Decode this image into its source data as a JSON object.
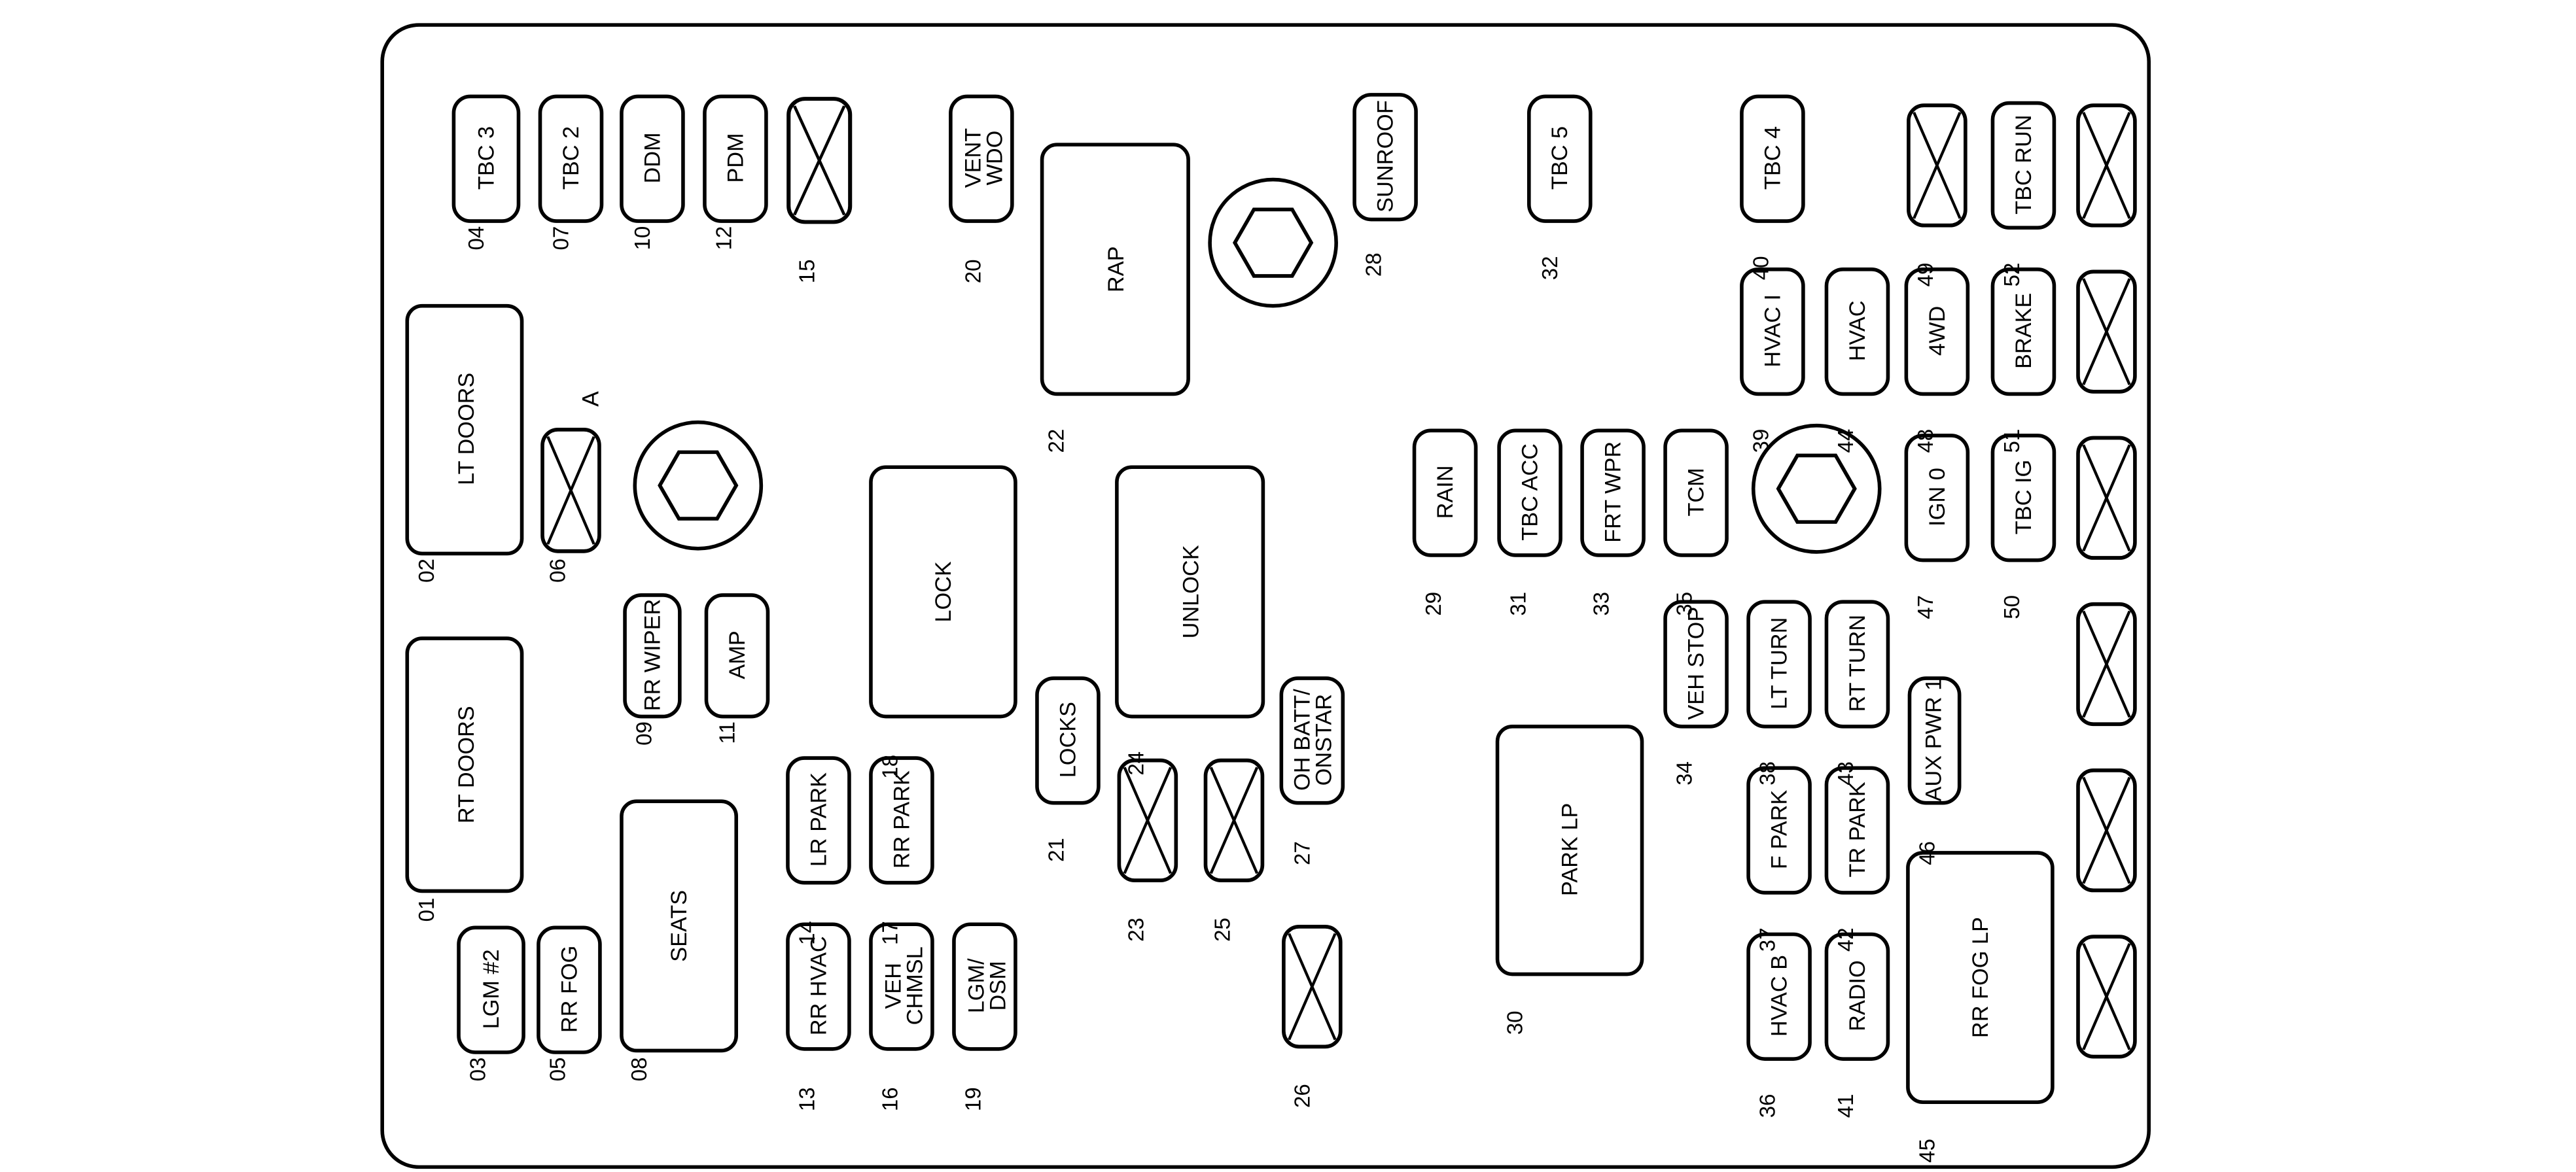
{
  "panel": {
    "corner_label": "A"
  },
  "labels": {
    "f01": "RT DOORS",
    "n01": "01",
    "f02": "LT DOORS",
    "n02": "02",
    "f03": "LGM #2",
    "n03": "03",
    "f04": "TBC 3",
    "n04": "04",
    "f05": "RR FOG",
    "n05": "05",
    "n06": "06",
    "f07": "TBC 2",
    "n07": "07",
    "f08": "SEATS",
    "n08": "08",
    "f09": "RR WIPER",
    "n09": "09",
    "f10": "DDM",
    "n10": "10",
    "f11": "AMP",
    "n11": "11",
    "f12": "PDM",
    "n12": "12",
    "f13": "RR HVAC",
    "n13": "13",
    "f14": "LR PARK",
    "n14": "14",
    "n15": "15",
    "f16a": "VEH",
    "f16b": "CHMSL",
    "n16": "16",
    "f17": "RR PARK",
    "n17": "17",
    "f18": "LOCK",
    "n18": "18",
    "f19a": "LGM/",
    "f19b": "DSM",
    "n19": "19",
    "f20a": "VENT",
    "f20b": "WDO",
    "n20": "20",
    "f21": "LOCKS",
    "n21": "21",
    "f22": "RAP",
    "n22": "22",
    "n23": "23",
    "f24": "UNLOCK",
    "n24": "24",
    "n25": "25",
    "n26": "26",
    "f27a": "OH BATT/",
    "f27b": "ONSTAR",
    "n27": "27",
    "f28": "SUNROOF",
    "n28": "28",
    "f29": "RAIN",
    "n29": "29",
    "f30": "PARK LP",
    "n30": "30",
    "f31": "TBC ACC",
    "n31": "31",
    "f32": "TBC 5",
    "n32": "32",
    "f33": "FRT WPR",
    "n33": "33",
    "f34": "VEH STOP",
    "n34": "34",
    "f35": "TCM",
    "n35": "35",
    "f36": "HVAC B",
    "n36": "36",
    "f37": "F PARK",
    "n37": "37",
    "f38": "LT TURN",
    "n38": "38",
    "f39": "HVAC I",
    "n39": "39",
    "f40": "TBC 4",
    "n40": "40",
    "f41": "RADIO",
    "n41": "41",
    "f42": "TR PARK",
    "n42": "42",
    "f43": "RT TURN",
    "n43": "43",
    "f44": "HVAC",
    "n44": "44",
    "f45": "RR FOG LP",
    "n45": "45",
    "f46": "AUX PWR 1",
    "n46": "46",
    "f47": "IGN 0",
    "n47": "47",
    "f48": "4WD",
    "n48": "48",
    "n49": "49",
    "f50": "TBC IG",
    "n50": "50",
    "f51": "BRAKE",
    "n51": "51",
    "f52": "TBC RUN",
    "n52": "52"
  }
}
